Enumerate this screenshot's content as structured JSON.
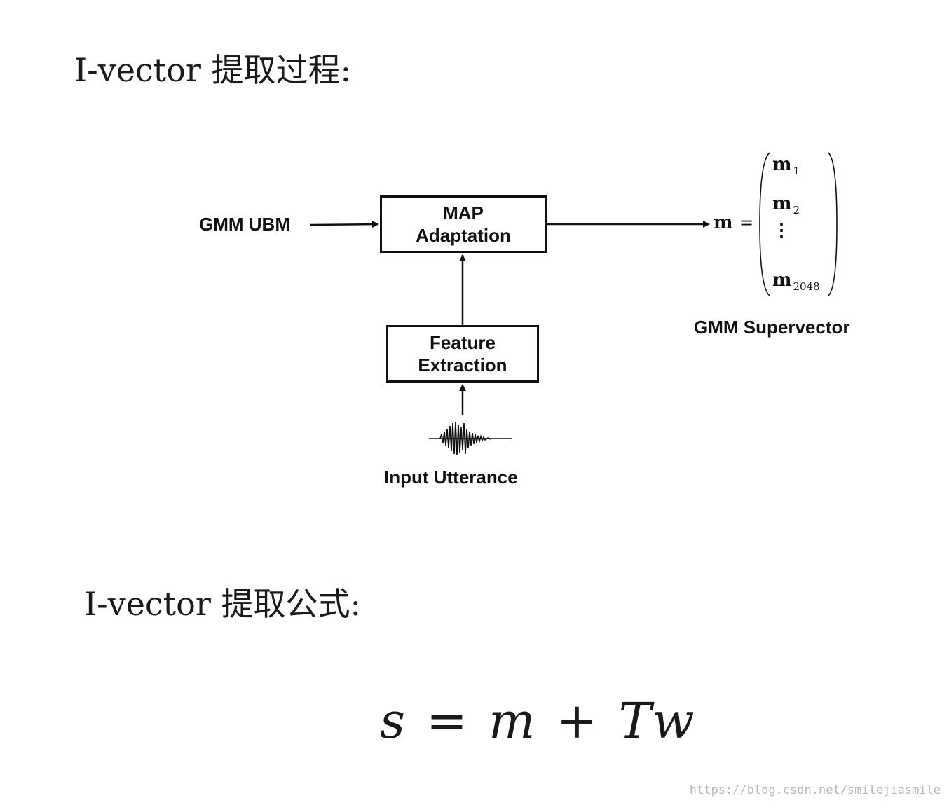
{
  "headings": {
    "process": "I-vector 提取过程:",
    "formula": "I-vector 提取公式:"
  },
  "diagram": {
    "gmm_ubm": "GMM UBM",
    "map_box": [
      "MAP",
      "Adaptation"
    ],
    "feature_box": [
      "Feature",
      "Extraction"
    ],
    "input_utterance": "Input Utterance",
    "supervector_label": "GMM Supervector",
    "m_symbol": "m",
    "equals": "=",
    "vector": {
      "m1": "m",
      "m1_sub": "1",
      "m2": "m",
      "m2_sub": "2",
      "dots": "⋮",
      "mN": "m",
      "mN_sub": "2048"
    }
  },
  "formula": "s = m + Tw",
  "watermark": "https://blog.csdn.net/smilejiasmile"
}
